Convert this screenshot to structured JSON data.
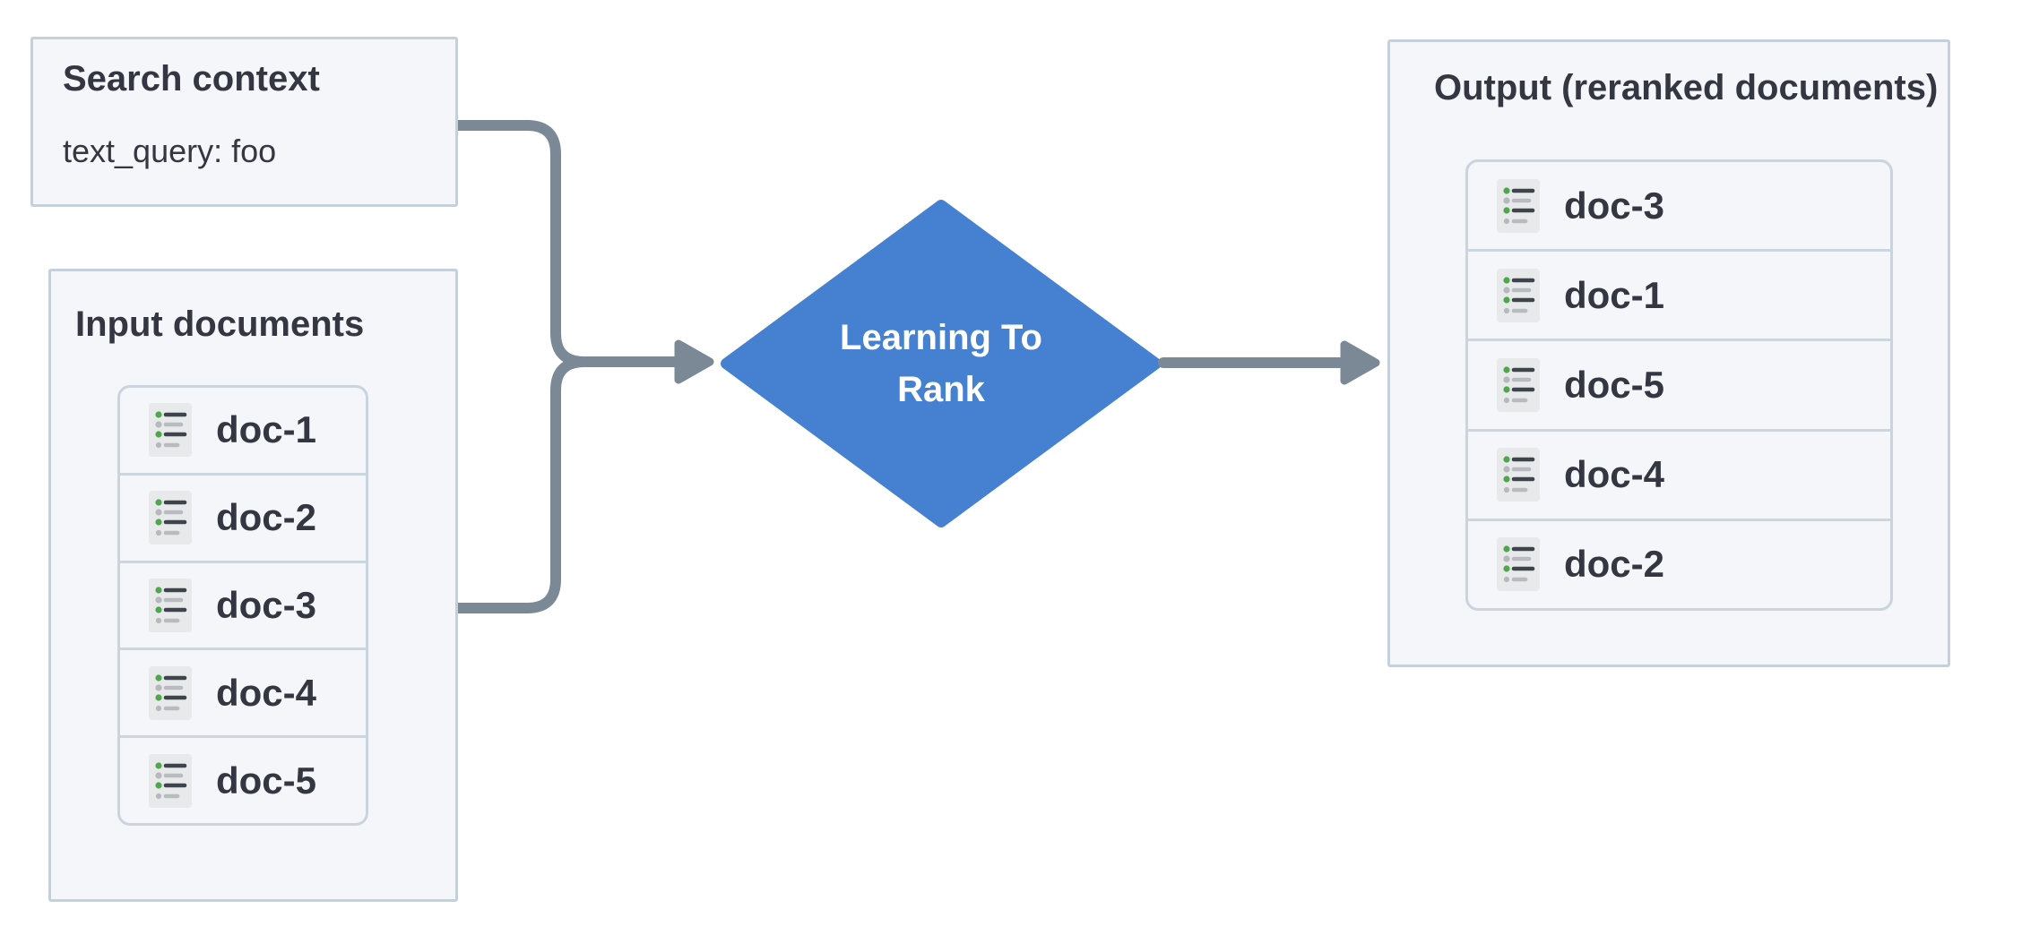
{
  "diagram": {
    "search_context": {
      "title": "Search context",
      "query_value": "text_query: foo"
    },
    "input": {
      "title": "Input documents",
      "docs": [
        "doc-1",
        "doc-2",
        "doc-3",
        "doc-4",
        "doc-5"
      ]
    },
    "process": {
      "label_line1": "Learning To",
      "label_line2": "Rank"
    },
    "output": {
      "title": "Output (reranked documents)",
      "docs": [
        "doc-3",
        "doc-1",
        "doc-5",
        "doc-4",
        "doc-2"
      ]
    },
    "icons": {
      "doc_icon": "list-icon"
    },
    "colors": {
      "node_blue": "#4680d0",
      "connector_gray": "#7b8895",
      "panel_bg": "#f4f6f9",
      "panel_border": "#c6d0da",
      "icon_bg": "#e8e9eb",
      "icon_green": "#4fa74d",
      "icon_gray": "#b5b9bd",
      "text_dark": "#343741"
    }
  }
}
